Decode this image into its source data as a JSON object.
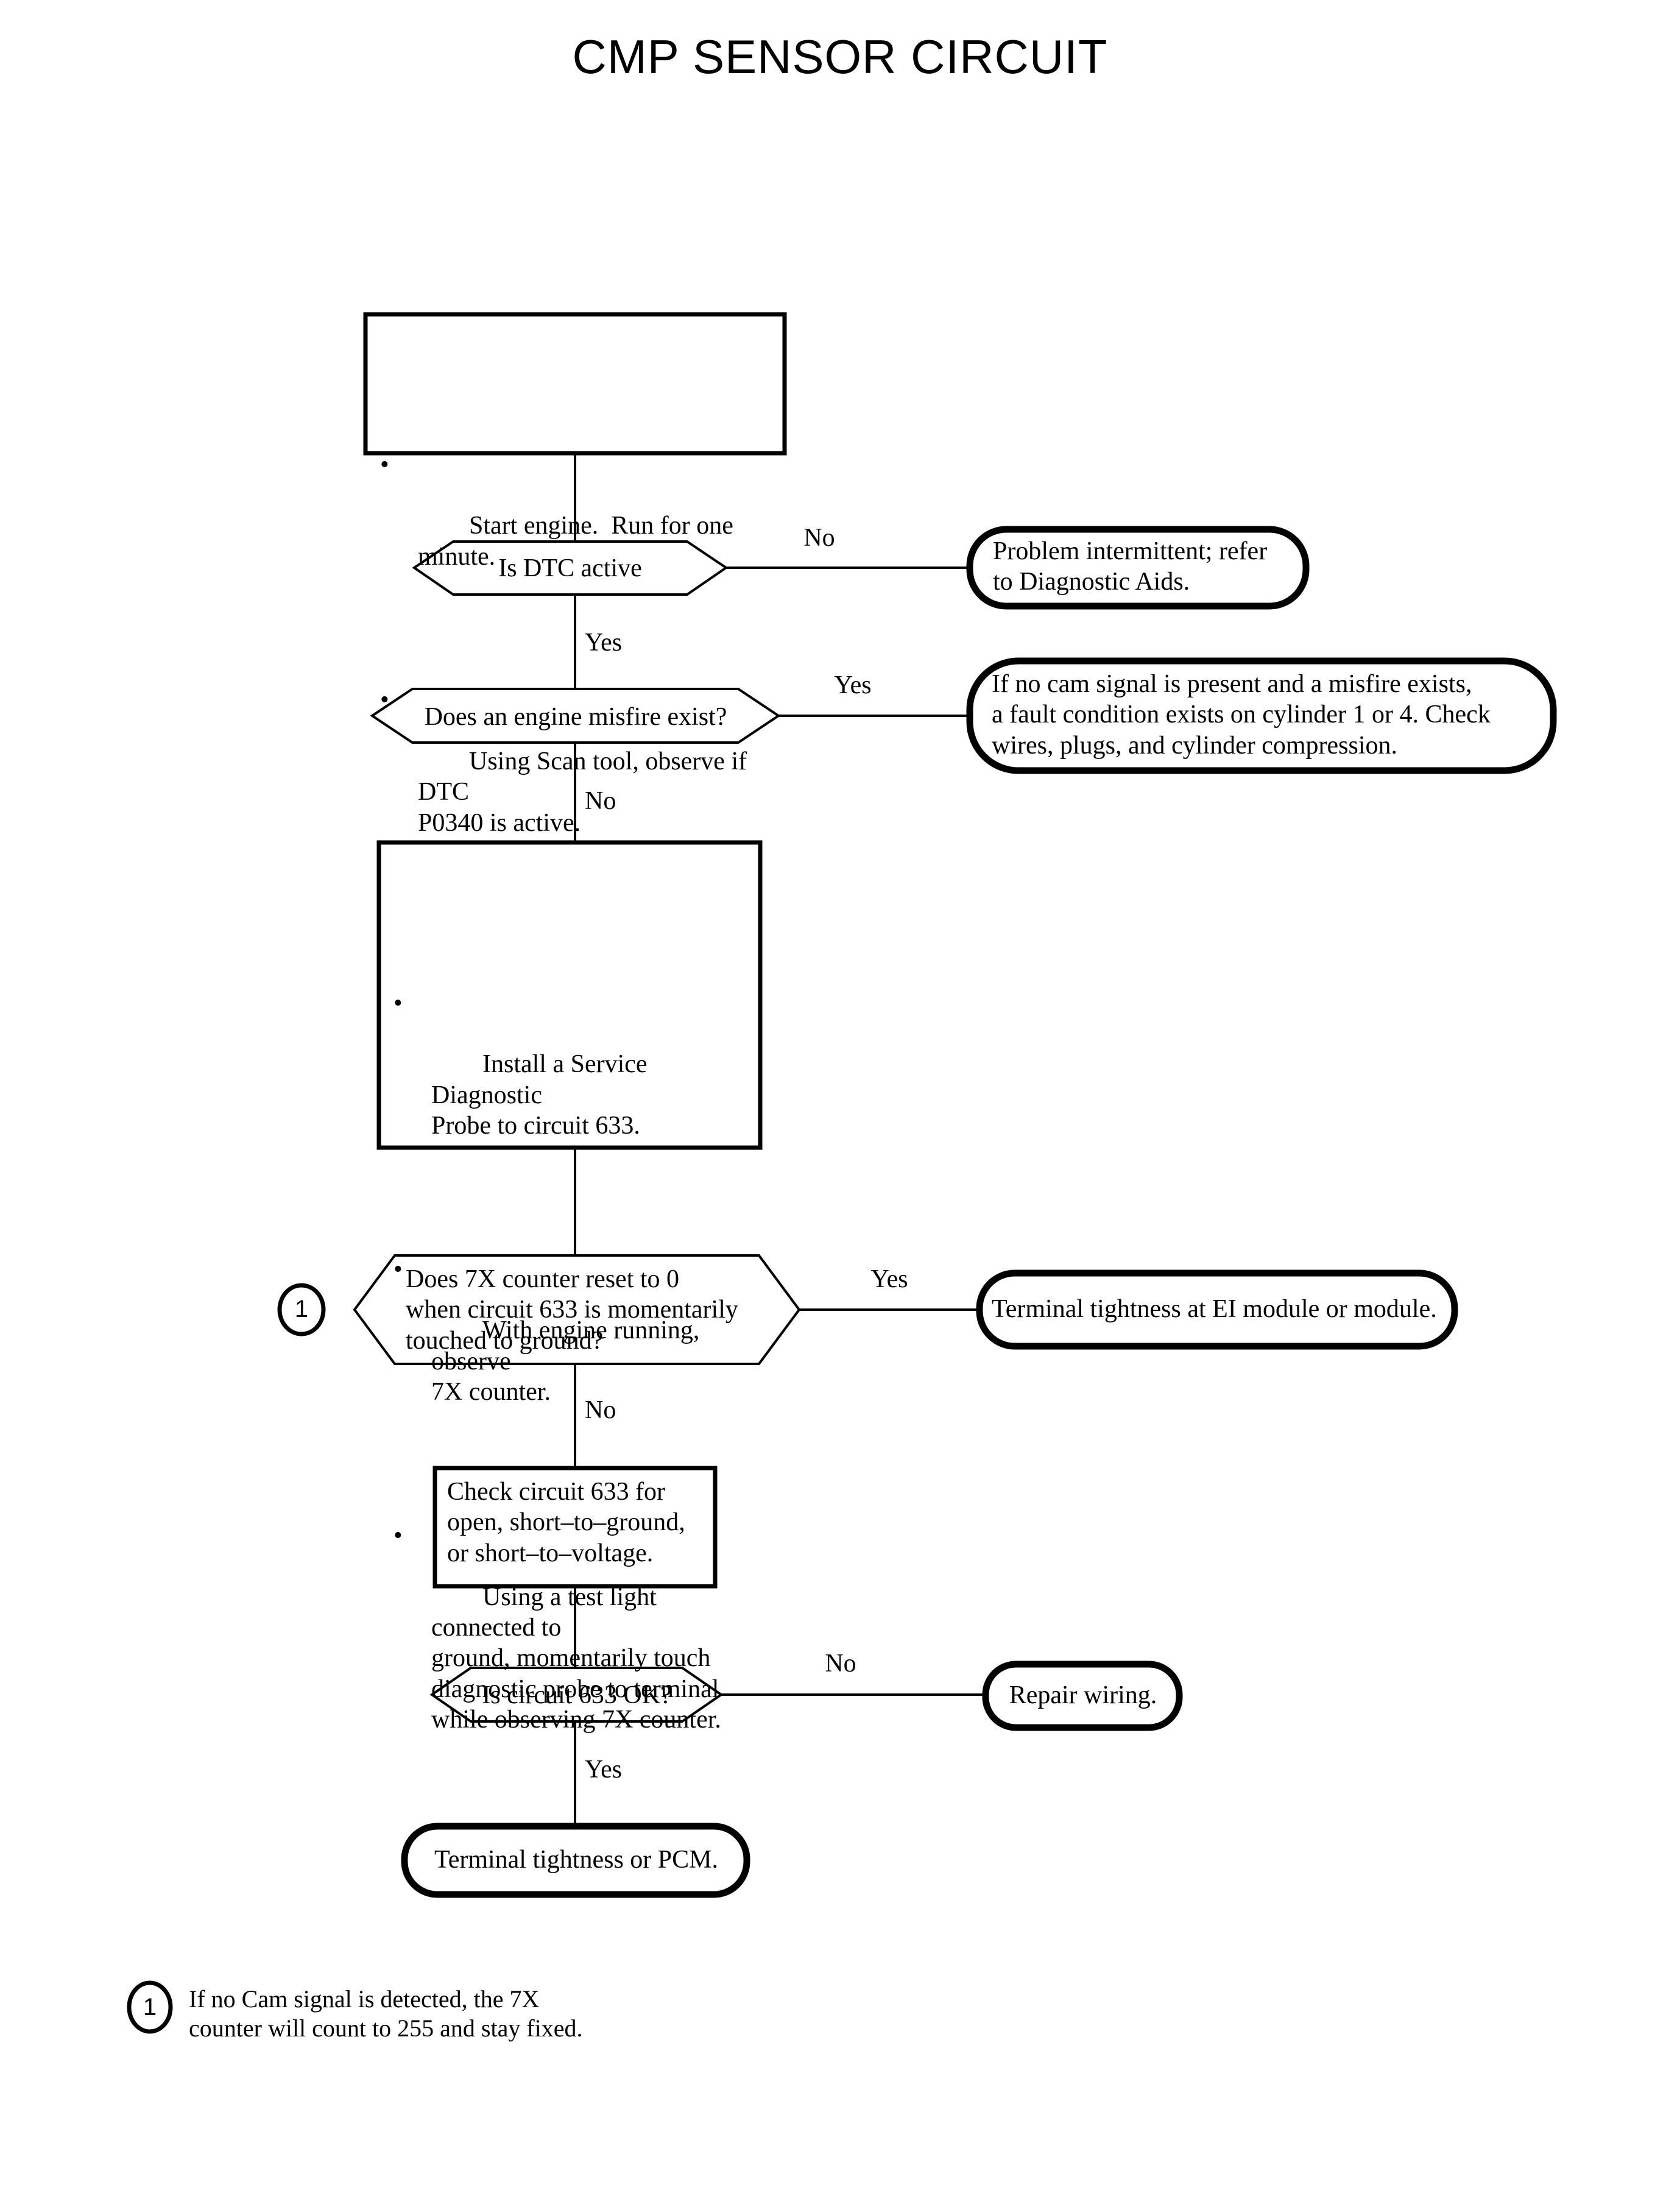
{
  "page": {
    "title": "CMP SENSOR CIRCUIT",
    "background_color": "#ffffff",
    "ink_color": "#000000"
  },
  "flowchart": {
    "type": "diagnostic-flowchart",
    "start_box": {
      "shape": "rectangle",
      "bullets": [
        "Start engine.  Run for one minute.",
        "Using Scan tool, observe if DTC\nP0340 is active."
      ]
    },
    "decision_1": {
      "shape": "hexagon",
      "text": "Is DTC active",
      "yes_label": "Yes",
      "no_label": "No"
    },
    "result_1": {
      "shape": "rounded-terminal",
      "text": "Problem intermittent; refer\nto Diagnostic Aids."
    },
    "decision_2": {
      "shape": "hexagon",
      "text": "Does an engine misfire exist?",
      "yes_label": "Yes",
      "no_label": "No"
    },
    "result_2": {
      "shape": "rounded-terminal",
      "text": "If no cam signal is present and a misfire exists,\na fault condition exists on cylinder 1 or 4. Check\nwires, plugs, and cylinder compression."
    },
    "action_box": {
      "shape": "rectangle",
      "bullets": [
        "Install a Service Diagnostic\nProbe to circuit 633.",
        "With engine running, observe\n7X counter.",
        "Using a test light connected to\nground, momentarily touch\ndiagnostic probe to terminal\nwhile observing 7X counter."
      ]
    },
    "decision_3": {
      "shape": "hexagon",
      "text": "Does 7X counter reset to 0\nwhen circuit 633 is momentarily\ntouched to ground?",
      "marker": "1",
      "yes_label": "Yes",
      "no_label": "No"
    },
    "result_3": {
      "shape": "rounded-terminal",
      "text": "Terminal tightness at EI module or module."
    },
    "check_box": {
      "shape": "rectangle",
      "text": "Check circuit 633 for\nopen, short–to–ground,\nor short–to–voltage."
    },
    "decision_4": {
      "shape": "hexagon",
      "text": "Is circuit 633 OK?",
      "yes_label": "Yes",
      "no_label": "No"
    },
    "result_4": {
      "shape": "rounded-terminal",
      "text": "Repair wiring."
    },
    "result_5": {
      "shape": "rounded-terminal",
      "text": "Terminal tightness or PCM."
    }
  },
  "footnote": {
    "marker": "1",
    "text": "If no Cam signal is detected, the 7X\ncounter will count to 255 and stay fixed."
  }
}
